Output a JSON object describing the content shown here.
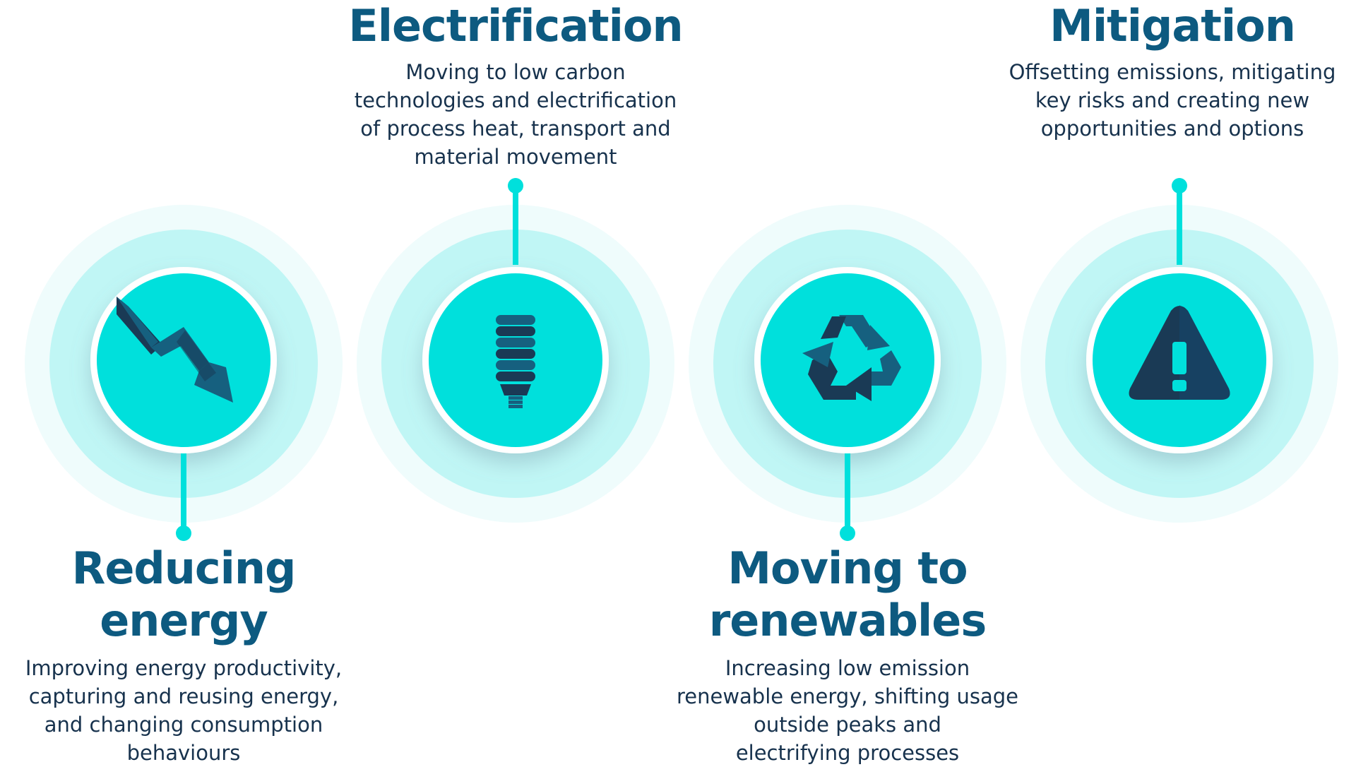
{
  "colors": {
    "title": "#0d5a80",
    "text": "#17324d",
    "accent": "#00e0dc",
    "ring_outer": "#effcfc",
    "ring_inner": "#c0f6f5",
    "icon_dark": "#1a3a55",
    "icon_mid": "#16607f"
  },
  "steps": [
    {
      "icon": "downward-trend-arrow-icon",
      "title_lines": [
        "Reducing",
        "energy"
      ],
      "desc_lines": [
        "Improving energy productivity,",
        "capturing and reusing energy,",
        "and changing consumption",
        "behaviours"
      ]
    },
    {
      "icon": "light-bulb-icon",
      "title_lines": [
        "Electrification"
      ],
      "desc_lines": [
        "Moving to low carbon",
        "technologies and electrification",
        "of process heat, transport and",
        "material movement"
      ]
    },
    {
      "icon": "recycle-icon",
      "title_lines": [
        "Moving to",
        "renewables"
      ],
      "desc_lines": [
        "Increasing low emission",
        "renewable energy, shifting usage",
        "outside peaks and",
        "electrifying processes"
      ]
    },
    {
      "icon": "warning-icon",
      "title_lines": [
        "Mitigation"
      ],
      "desc_lines": [
        "Offsetting emissions, mitigating",
        "key risks and creating new",
        "opportunities and options"
      ]
    }
  ]
}
